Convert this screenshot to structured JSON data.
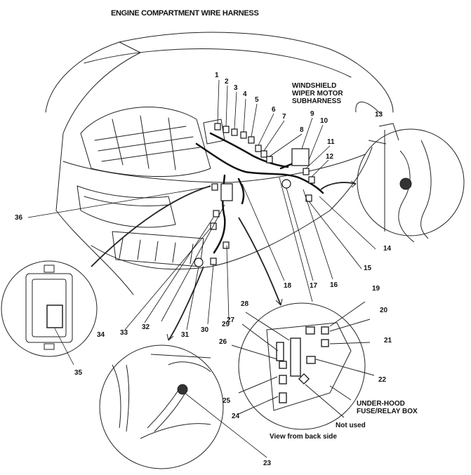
{
  "title": "ENGINE COMPARTMENT WIRE HARNESS",
  "captions": {
    "wiper_line1": "WINDSHIELD",
    "wiper_line2": "WIPER MOTOR",
    "wiper_line3": "SUBHARNESS",
    "fusebox_line1": "UNDER-HOOD",
    "fusebox_line2": "FUSE/RELAY BOX",
    "not_used": "Not used",
    "view_from_back": "View from back side"
  },
  "callouts": [
    "1",
    "2",
    "3",
    "4",
    "5",
    "6",
    "7",
    "8",
    "9",
    "10",
    "11",
    "12",
    "13",
    "14",
    "15",
    "16",
    "17",
    "18",
    "19",
    "20",
    "21",
    "22",
    "23",
    "24",
    "25",
    "26",
    "27",
    "28",
    "29",
    "30",
    "31",
    "32",
    "33",
    "34",
    "35",
    "36"
  ]
}
